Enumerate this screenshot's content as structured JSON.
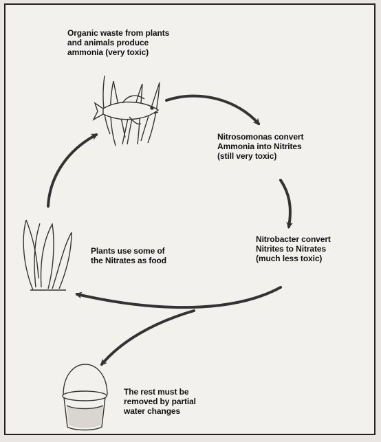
{
  "labels": {
    "organic_waste": "Organic waste from plants\nand animals produce\nammonia (very toxic)",
    "nitrosomonas": "Nitrosomonas convert\nAmmonia into Nitrites\n(still very toxic)",
    "nitrobacter": "Nitrobacter convert\nNitrites to Nitrates\n(much less toxic)",
    "plants_use": "Plants use some of\nthe Nitrates as food",
    "water_change": "The rest must be\nremoved by partial\nwater changes"
  },
  "icons": [
    "fish-with-plants-icon",
    "plant-icon",
    "bucket-icon"
  ],
  "colors": {
    "ink": "#333333",
    "paper": "#f3f1ee"
  }
}
